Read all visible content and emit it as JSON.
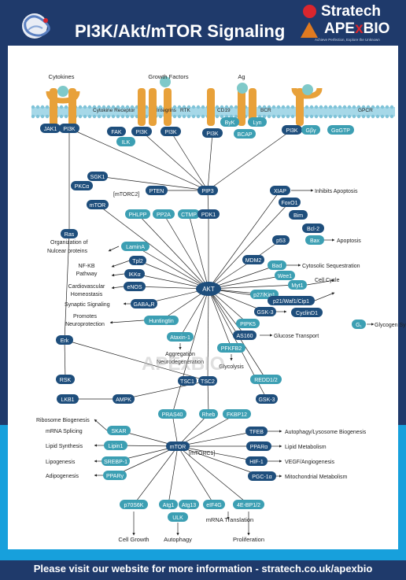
{
  "header": {
    "title": "PI3K/Akt/mTOR Signaling",
    "brand_top": "Stratech",
    "brand_main_a": "APE",
    "brand_main_x": "x",
    "brand_main_b": "BIO",
    "brand_tagline": "Achieve Perfection, Explore the Unknown"
  },
  "footer": {
    "text": "Please visit our website for more information - stratech.co.uk/apexbio"
  },
  "watermark": "APExBIO",
  "colors": {
    "dark": "#1e4e7c",
    "teal": "#3c9fb3",
    "receptor": "#e8a13a",
    "membrane": "#a6d8e8",
    "ligand": "#7fc9c9",
    "navy": "#1f3a6b",
    "blue_band": "#17a0dc",
    "red": "#d9262e"
  },
  "labels": {
    "cytokines": "Cytokines",
    "cytokine_receptor": "Cytokine Receptor",
    "growth_factors": "Growth Factors",
    "integrins": "Integrins",
    "rtk": "RTK",
    "ag": "Ag",
    "cd19": "CD19",
    "bcr": "BCR",
    "gpcr": "GPCR",
    "mtorc2": "[mTORC2]",
    "mtorc1": "[mTORC1]",
    "inhibits_apoptosis": "Inhibits Apoptosis",
    "apoptosis": "Apoptosis",
    "cytosolic": "Cytosolic Sequestration",
    "cell_cycle": "Cell Cycle",
    "glycogen": "Glycogen Synthesis",
    "glucose": "Glucose Transport",
    "glycolysis": "Glycolysis",
    "org1": "Organization of",
    "org2": "Nulcear proteins",
    "nfkb1": "NF-KB",
    "nfkb2": "Pathway",
    "cardio1": "Cardiovascular",
    "cardio2": "Homeostasis",
    "synaptic": "Synaptic Signaling",
    "promotes1": "Promotes",
    "promotes2": "Neuroprotection",
    "agg1": "Aggregation",
    "agg2": "Neurodegeneration",
    "ribosome": "Ribosome Biogenesis",
    "mrna_splicing": "mRNA Splicing",
    "lipid_synth": "Lipid Synthesis",
    "lipogenesis": "Lipogenesis",
    "adipogenesis": "Adipogenesis",
    "autophagy_lyso": "Autophagy/Lysosome Biogenesis",
    "lipid_metab": "Lipid Metabolism",
    "vegf": "VEGF/Angiogenesis",
    "mito": "Mitochondrial Metabolism",
    "cell_growth": "Cell Growth",
    "autophagy": "Autophagy",
    "mrna_translation": "mRNA Translation",
    "proliferation": "Proliferation"
  },
  "nodes": {
    "jak1": "JAK1",
    "pi3k_a": "PI3K",
    "fak": "FAK",
    "pi3k_b": "PI3K",
    "ilk": "ILK",
    "pi3k_c": "PI3K",
    "byk": "ByK",
    "lyn": "Lyn",
    "pi3k_d": "PI3K",
    "bcap": "BCAP",
    "pi3k_e": "PI3K",
    "gby": "Gβγ",
    "gagtp": "GαGTP",
    "sgk1": "SGK1",
    "pkca": "PKCα",
    "mtor2": "mTOR",
    "pten": "PTEN",
    "pip3": "PIP3",
    "phlpp": "PHLPP",
    "pp2a": "PP2A",
    "ctmp": "CTMP",
    "pdk1": "PDK1",
    "xiap": "XIAP",
    "foxo1": "FoxO1",
    "bim": "Bim",
    "bcl2": "Bcl-2",
    "bax": "Bax",
    "p53": "p53",
    "mdm2": "MDM2",
    "bad": "Bad",
    "wee1": "Wee1",
    "myt1": "Myt1",
    "p27": "p27/Kip1",
    "p21": "p21/Waf1/Cip1",
    "gsk3a": "GSK-3",
    "cyclind1": "CyclinD1",
    "pipk5": "PIPK5",
    "g1": "G₁",
    "as160": "AS160",
    "pfkfb2": "PFKFB2",
    "ras": "Ras",
    "lamina": "LaminA",
    "tpl2": "Tpl2",
    "ikka": "IKKα",
    "enos": "eNOS",
    "gabaar": "GABAₐR",
    "huntingtin": "Huntingtin",
    "ataxin": "Ataxin-1",
    "akt": "AKT",
    "erk": "Erk",
    "rsk": "RSK",
    "tsc1": "TSC1",
    "tsc2": "TSC2",
    "redd": "REDD1/2",
    "lkb1": "LKB1",
    "ampk": "AMPK",
    "gsk3b": "GSK-3",
    "pras40": "PRAS40",
    "rheb": "Rheb",
    "fkbp12": "FKBP12",
    "mtor1": "mTOR",
    "skar": "SKAR",
    "lipin1": "Lipin1",
    "srebp1": "SREBP-1",
    "ppary": "PPARγ",
    "tfeb": "TFEB",
    "ppara": "PPARα",
    "hif1": "HIF-1",
    "pgc1a": "PGC-1α",
    "p70s6k": "p70S6K",
    "atg1": "Atg1",
    "atg13": "Atg13",
    "ulk": "ULK",
    "eif4g": "eIF4G",
    "bp12": "4E-BP1/2"
  }
}
